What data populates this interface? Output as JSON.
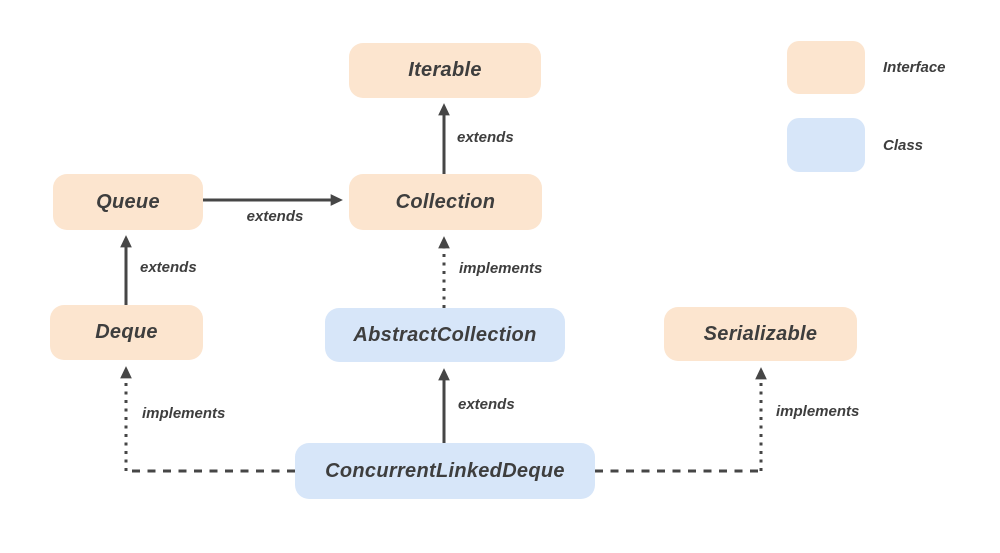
{
  "diagram": {
    "nodes": {
      "iterable": {
        "label": "Iterable",
        "type": "interface"
      },
      "queue": {
        "label": "Queue",
        "type": "interface"
      },
      "collection": {
        "label": "Collection",
        "type": "interface"
      },
      "deque": {
        "label": "Deque",
        "type": "interface"
      },
      "abstract_collection": {
        "label": "AbstractCollection",
        "type": "class"
      },
      "serializable": {
        "label": "Serializable",
        "type": "interface"
      },
      "concurrent_linked_deque": {
        "label": "ConcurrentLinkedDeque",
        "type": "class"
      }
    },
    "edges": {
      "collection_extends_iterable": {
        "label": "extends",
        "style": "solid"
      },
      "queue_extends_collection": {
        "label": "extends",
        "style": "solid"
      },
      "deque_extends_queue": {
        "label": "extends",
        "style": "solid"
      },
      "abstract_collection_implements_collection": {
        "label": "implements",
        "style": "dotted"
      },
      "cld_extends_abstract_collection": {
        "label": "extends",
        "style": "solid"
      },
      "cld_implements_deque": {
        "label": "implements",
        "style": "dashed"
      },
      "cld_implements_serializable": {
        "label": "implements",
        "style": "dashed"
      }
    },
    "legend": {
      "interface_label": "Interface",
      "class_label": "Class"
    },
    "colors": {
      "interface_fill": "#fce5cf",
      "class_fill": "#d7e6f9",
      "line": "#464646",
      "text": "#3e3e3e",
      "background": "#ffffff"
    }
  }
}
